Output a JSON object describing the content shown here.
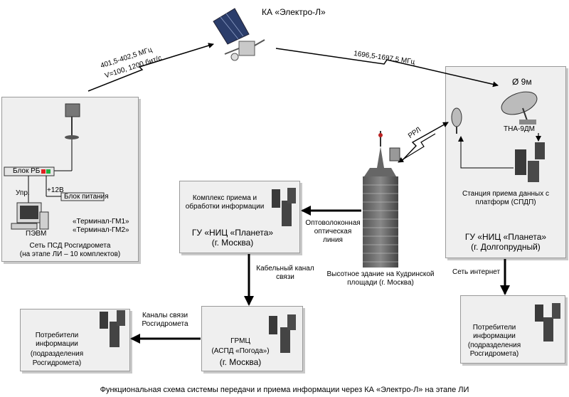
{
  "satellite": {
    "name": "КА «Электро-Л»"
  },
  "uplink": {
    "freq": "401,5-402,5 МГц",
    "rate": "V=100, 1200 бит/с"
  },
  "downlink": {
    "freq": "1696,5-1697,5 МГц"
  },
  "psd": {
    "block_rb": "Блок РБ",
    "power_block": "Блок питания",
    "v12": "+12В",
    "upr": "Упр.",
    "pc": "ПЭВМ",
    "terminal1": "«Терминал-ГМ1»",
    "terminal2": "«Терминал-ГМ2»",
    "title1": "Сеть ПСД Росгидромета",
    "title2": "(на этапе ЛИ – 10 комплектов)"
  },
  "dolgoprudny": {
    "dish_size": "Ø 9м",
    "antenna": "ТНА-9ДМ",
    "station1": "Станция приема данных с",
    "station2": "платформ (СПДП)",
    "org1": "ГУ «НИЦ «Планета»",
    "org2": "(г. Долгопрудный)"
  },
  "rrp": "РРЛ",
  "moscow_center": {
    "complex1": "Комплекс приема и",
    "complex2": "обработки информации",
    "org1": "ГУ «НИЦ «Планета»",
    "org2": "(г. Москва)"
  },
  "fiber": {
    "l1": "Оптоволоконная",
    "l2": "оптическая",
    "l3": "линия"
  },
  "building": {
    "l1": "Высотное здание на Кудринской",
    "l2": "площади (г. Москва)"
  },
  "cable": {
    "l1": "Кабельный канал",
    "l2": "связи"
  },
  "internet": "Сеть интернет",
  "grmc": {
    "l1": "ГРМЦ",
    "l2": "(АСПД «Погода»)",
    "l3": "(г. Москва)"
  },
  "channels": {
    "l1": "Каналы связи",
    "l2": "Росгидромета"
  },
  "consumers_left": {
    "l1": "Потребители",
    "l2": "информации",
    "l3": "(подразделения",
    "l4": "Росгидромета)"
  },
  "consumers_right": {
    "l1": "Потребители",
    "l2": "информации",
    "l3": "(подразделения",
    "l4": "Росгидромета)"
  },
  "caption": "Функциональная схема системы передачи и приема информации через КА «Электро-Л» на этапе ЛИ",
  "colors": {
    "box_fill": "#efefef",
    "box_border": "#9a9a9a",
    "arrow": "#000000",
    "led_red": "#e02020",
    "led_green": "#20b040"
  }
}
